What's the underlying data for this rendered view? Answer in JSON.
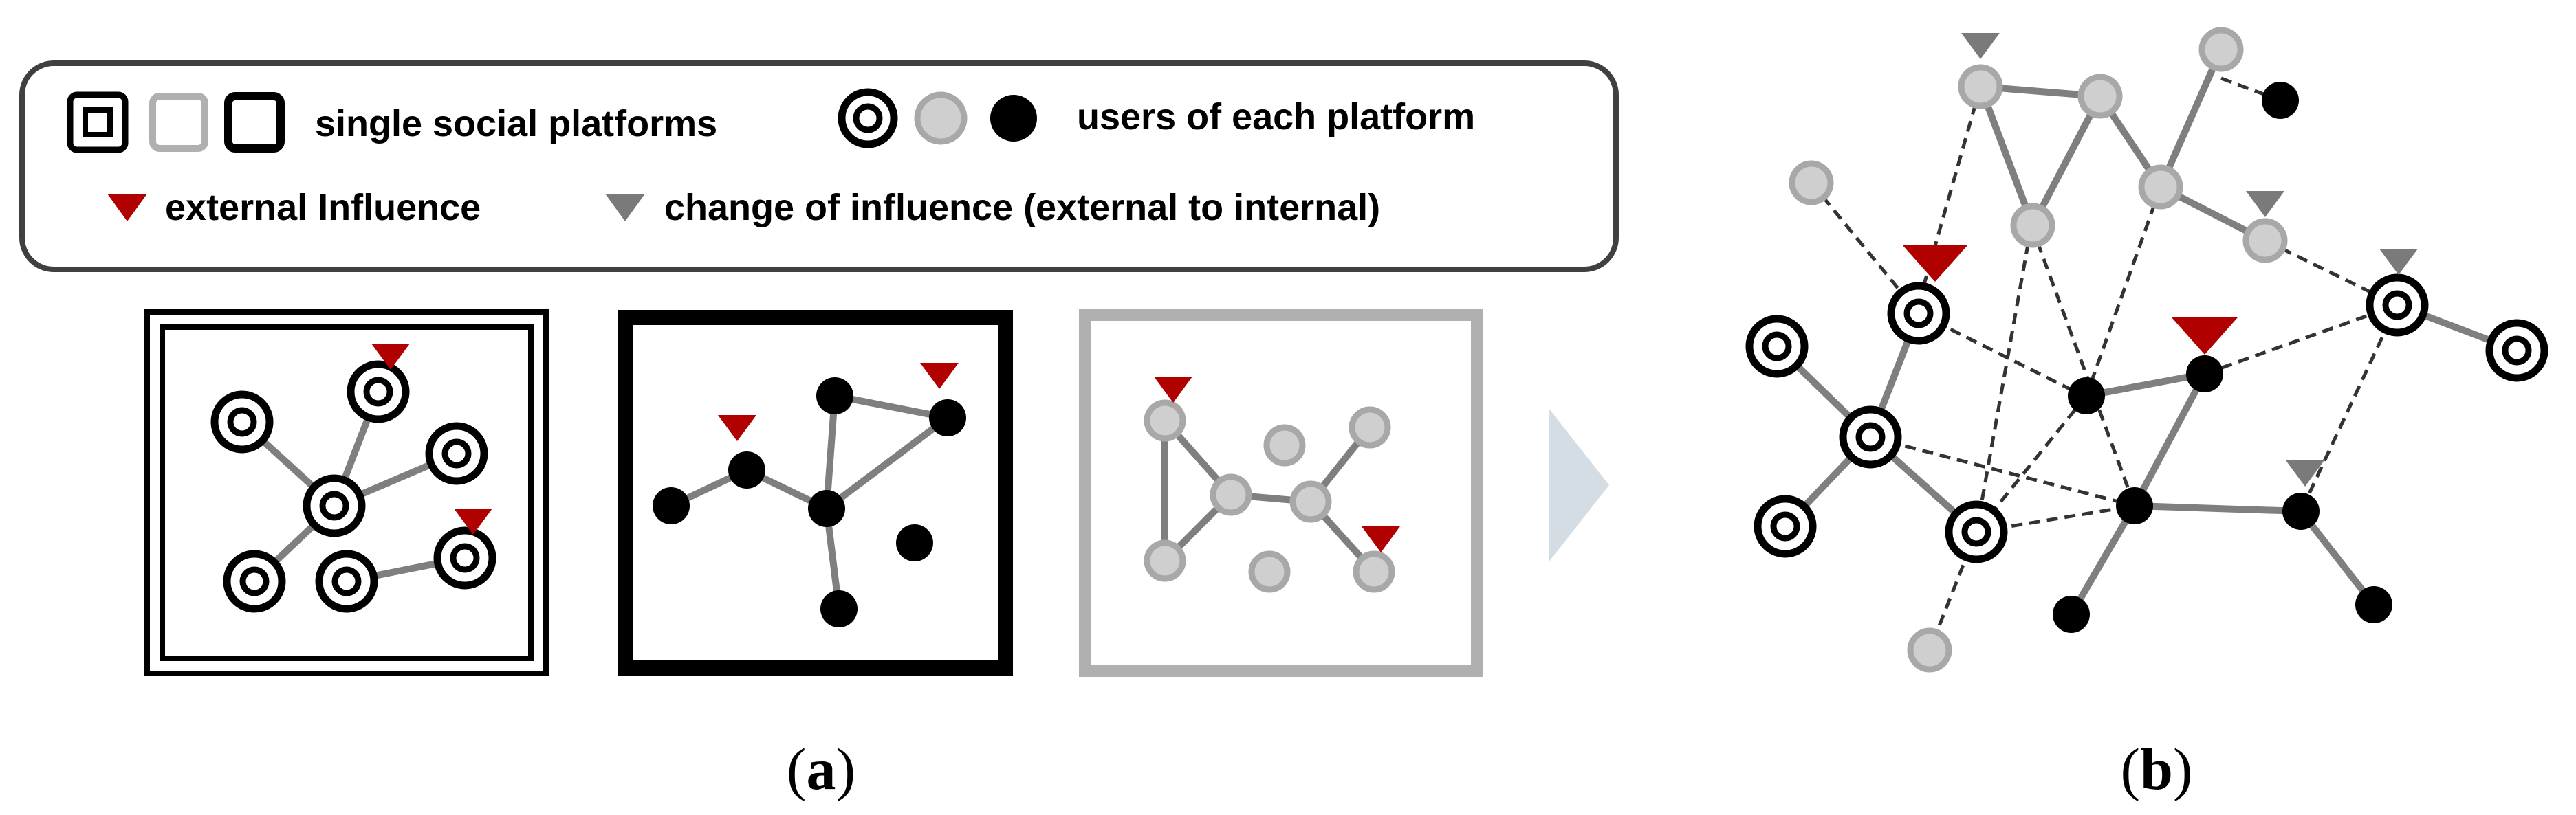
{
  "legend": {
    "platforms_label": "single social platforms",
    "users_label": "users of each platform",
    "external_label": "external Influence",
    "change_label": "change of influence (external to internal)"
  },
  "captions": {
    "a": "a",
    "b": "b"
  },
  "colors": {
    "external_influence": "#b00000",
    "change_of_influence": "#7a7a7a",
    "platform_gray": "#b0b0b0",
    "arrow": "#d4dde3"
  }
}
